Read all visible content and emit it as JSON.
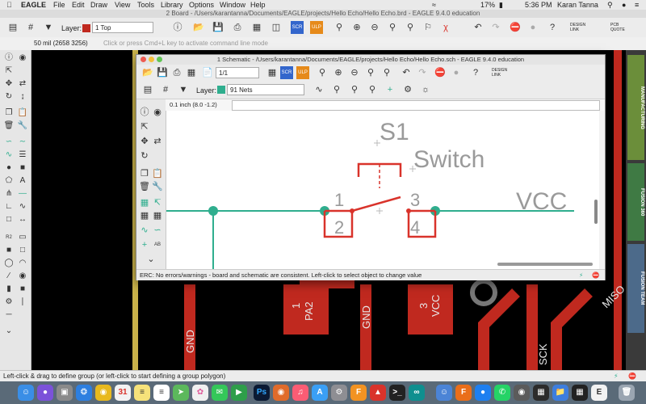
{
  "menubar": {
    "app": "EAGLE",
    "items": [
      "File",
      "Edit",
      "Draw",
      "View",
      "Tools",
      "Library",
      "Options",
      "Window",
      "Help"
    ],
    "battery": "17%",
    "time": "5:36 PM",
    "user": "Karan Tanna"
  },
  "board": {
    "title": "2 Board - /Users/karantanna/Documents/EAGLE/projects/Hello Echo/Hello Echo.brd - EAGLE 9.4.0 education",
    "layer_label": "Layer:",
    "layer_value": "1 Top",
    "grid_readout": "50 mil (2658 3256)",
    "command_placeholder": "Click or press Cmd+L key to activate command line mode",
    "design_link": "DESIGN LINK",
    "pcb_quote": "PCB QUOTE",
    "right_tabs": [
      "MANUFACTURING",
      "FUSION 360",
      "FUSION TEAM"
    ],
    "pcb_labels": [
      "GND",
      "PA2",
      "GND",
      "VCC",
      "SCK",
      "MISO",
      "1",
      "3"
    ],
    "status": "Left-click & drag to define group (or left-click to start defining a group polygon)"
  },
  "schematic": {
    "title": "1 Schematic - /Users/karantanna/Documents/EAGLE/projects/Hello Echo/Hello Echo.sch - EAGLE 9.4.0 education",
    "sheet": "1/1",
    "layer_label": "Layer:",
    "layer_value": "91 Nets",
    "grid_readout": "0.1 inch (8.0 -1.2)",
    "design_link": "DESIGN LINK",
    "part_name": "S1",
    "part_value": "Switch",
    "net_label": "VCC",
    "pins": [
      "1",
      "2",
      "3",
      "4"
    ],
    "status": "ERC: No errors/warnings - board and schematic are consistent. Left-click to select object to change value"
  },
  "colors": {
    "net": "#2fae8e",
    "symbol": "#d9332b",
    "text_gray": "#9a9a9a",
    "pcb_red": "#c0291f",
    "layer_top": "#c0291f",
    "layer_nets": "#2fae8e"
  },
  "dock": [
    "Finder",
    "Siri",
    "Launchpad",
    "Safari",
    "Chrome",
    "Calendar",
    "Notes",
    "Reminders",
    "Maps",
    "Photos",
    "Messages",
    "FaceTime",
    "Photoshop",
    "Illustrator",
    "Music",
    "App Store",
    "System Preferences",
    "Fusion 360",
    "EAGLE",
    "Terminal",
    "Arduino",
    "Trash"
  ]
}
